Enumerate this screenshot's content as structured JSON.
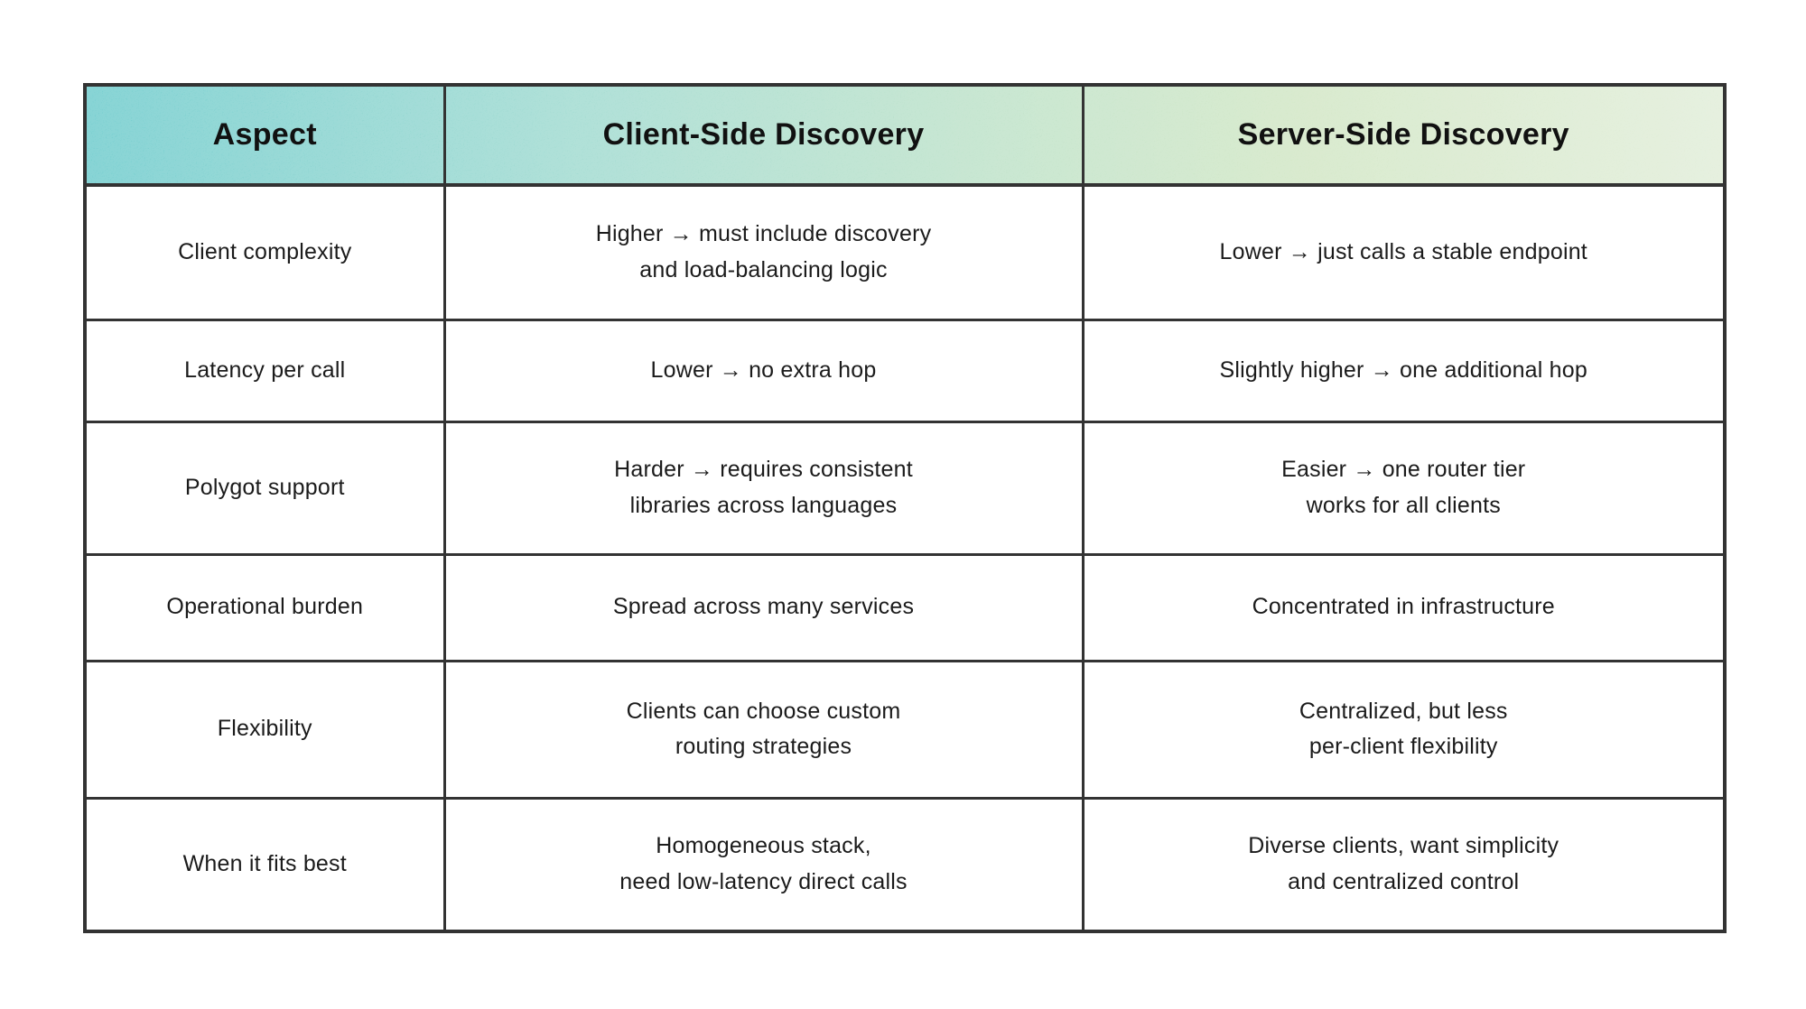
{
  "chart_data": {
    "type": "table",
    "title": "",
    "columns": [
      "Aspect",
      "Client-Side Discovery",
      "Server-Side Discovery"
    ],
    "rows": [
      [
        "Client complexity",
        "Higher → must include discovery\nand load-balancing logic",
        "Lower → just calls a stable endpoint"
      ],
      [
        "Latency per call",
        "Lower → no extra hop",
        "Slightly higher → one additional hop"
      ],
      [
        "Polygot support",
        "Harder → requires consistent\nlibraries across languages",
        "Easier → one router tier\nworks for all clients"
      ],
      [
        "Operational burden",
        "Spread across many services",
        "Concentrated in infrastructure"
      ],
      [
        "Flexibility",
        "Clients can choose custom\nrouting strategies",
        "Centralized, but less\nper-client flexibility"
      ],
      [
        "When it fits best",
        "Homogeneous stack,\nneed low-latency direct calls",
        "Diverse clients, want simplicity\nand centralized control"
      ]
    ],
    "layout_hints": {
      "header_texture": "grain",
      "grid": "all-borders",
      "text_align": "center"
    }
  },
  "colors": {
    "header_gradient_start": "#54c2c4",
    "header_gradient_mid": "#aedcc0",
    "header_gradient_end": "#dcead2",
    "border": "#333333",
    "text": "#1b1b1b",
    "background": "#ffffff"
  }
}
